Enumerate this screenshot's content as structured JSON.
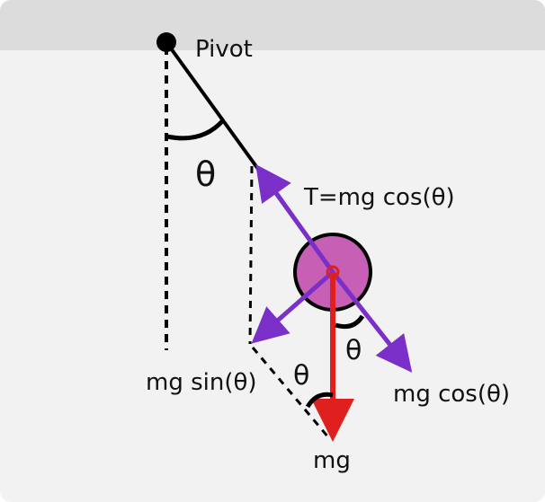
{
  "labels": {
    "pivot": "Pivot",
    "angle_top": "θ",
    "tension": "T=mg cos(θ)",
    "mg_sin": "mg sin(θ)",
    "angle_right": "θ",
    "angle_bottom": "θ",
    "mg_cos": "mg cos(θ)",
    "mg": "mg"
  },
  "colors": {
    "background": "#f2f2f2",
    "header_band": "#dcdcdc",
    "string": "#000000",
    "bob_fill": "#c75fb4",
    "tension_arrow": "#7b2fc9",
    "gravity_arrow": "#e0201e"
  },
  "icons": [
    "pivot-point",
    "pendulum-bob",
    "force-arrow"
  ]
}
